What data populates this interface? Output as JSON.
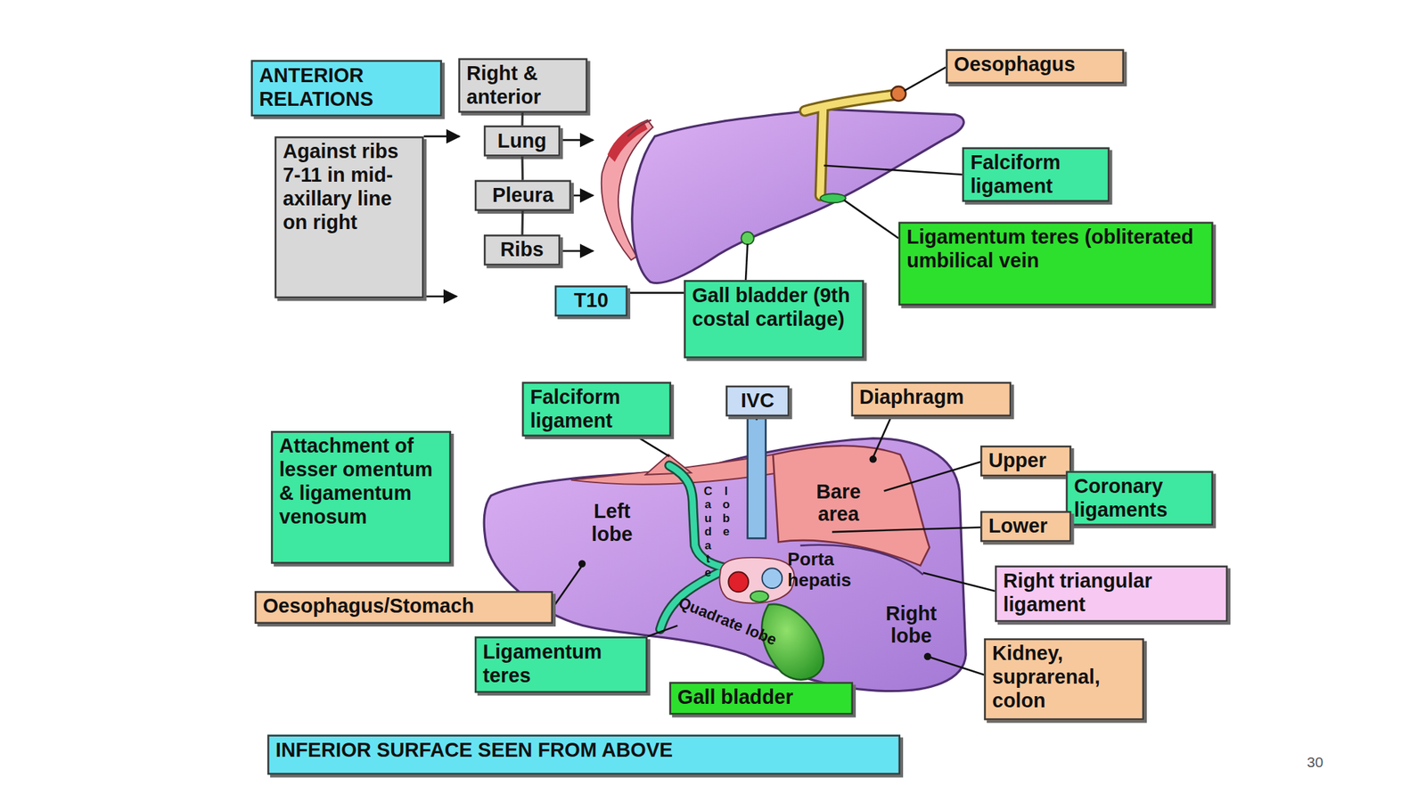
{
  "diagram": {
    "nodes": [
      {
        "text": [
          "ANTERIOR RELATIONS"
        ]
      },
      {
        "text": [
          "Right & anterior"
        ]
      },
      {
        "text": [
          "Lung"
        ]
      },
      {
        "text": [
          "Pleura"
        ]
      },
      {
        "text": [
          "Ribs"
        ]
      },
      {
        "text": [
          "Against ribs 7-11 in mid-axillary line on right"
        ]
      },
      {
        "text": [
          "Oesophagus"
        ]
      },
      {
        "text": [
          "Falciform ligament"
        ]
      },
      {
        "text": [
          "Ligamentum teres (obliterated umbilical vein"
        ]
      },
      {
        "text": [
          "T10"
        ]
      },
      {
        "text": [
          "Gall bladder (9th costal cartilage)"
        ]
      },
      {
        "text": [
          "Falciform ligament"
        ]
      },
      {
        "text": [
          "IVC"
        ]
      },
      {
        "text": [
          "Diaphragm"
        ]
      },
      {
        "text": [
          "Attachment of lesser omentum & ligamentum venosum"
        ]
      },
      {
        "text": [
          "Upper"
        ]
      },
      {
        "text": [
          "Coronary ligaments"
        ]
      },
      {
        "text": [
          "Lower"
        ]
      },
      {
        "text": [
          "Right triangular ligament"
        ]
      },
      {
        "text": [
          "Oesophagus/Stomach"
        ]
      },
      {
        "text": [
          "Ligamentum teres"
        ]
      },
      {
        "text": [
          "Gall bladder"
        ]
      },
      {
        "text": [
          "Kidney, suprarenal, colon"
        ]
      },
      {
        "text": [
          "INFERIOR SURFACE SEEN FROM ABOVE"
        ]
      }
    ],
    "edges": [
      {
        "from": 1,
        "to": 2,
        "arrow": "none"
      },
      {
        "from": 2,
        "to": 3,
        "arrow": "none"
      },
      {
        "from": 3,
        "to": 4,
        "arrow": "none"
      }
    ],
    "labels": [
      "Left lobe",
      "Caudate lobe",
      "Bare area",
      "Porta hepatis",
      "Quadrate lobe",
      "Right lobe",
      "30"
    ]
  }
}
